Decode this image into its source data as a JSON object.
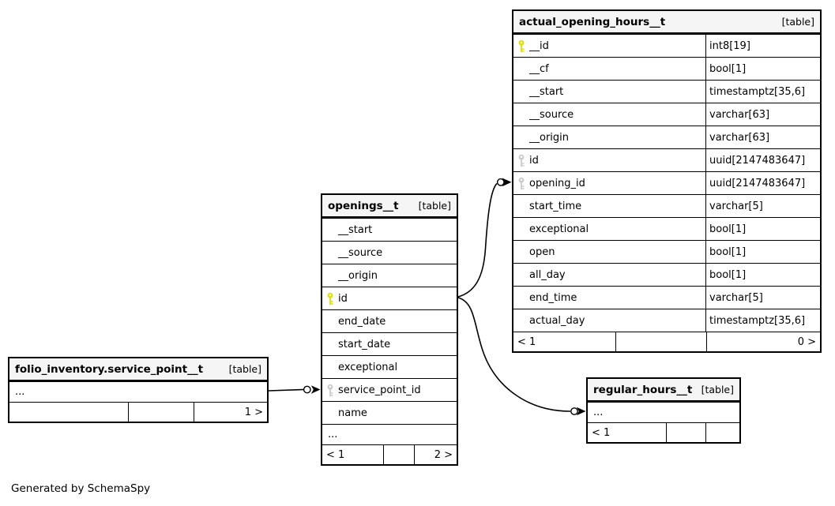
{
  "diagram": {
    "generator_note": "Generated by SchemaSpy",
    "colors": {
      "primary_key": "#dfdf00",
      "foreign_key": "#cbcbcb",
      "header_bg": "#f5f5f5",
      "line": "#000000"
    },
    "tables": [
      {
        "name": "folio_inventory.service_point__t",
        "badge": "[table]",
        "rows": [
          {
            "ellipsis": true,
            "label": "..."
          }
        ],
        "footer": {
          "left": "",
          "middle": "",
          "right": "1 >"
        }
      },
      {
        "name": "openings__t",
        "badge": "[table]",
        "rows": [
          {
            "name": "__start"
          },
          {
            "name": "__source"
          },
          {
            "name": "__origin"
          },
          {
            "name": "id",
            "key": "primary"
          },
          {
            "name": "end_date"
          },
          {
            "name": "start_date"
          },
          {
            "name": "exceptional"
          },
          {
            "name": "service_point_id",
            "key": "foreign"
          },
          {
            "name": "name"
          },
          {
            "ellipsis": true,
            "label": "..."
          }
        ],
        "footer": {
          "left": "< 1",
          "middle": "",
          "right": "2 >"
        }
      },
      {
        "name": "actual_opening_hours__t",
        "badge": "[table]",
        "rows": [
          {
            "name": "__id",
            "type": "int8[19]",
            "key": "primary"
          },
          {
            "name": "__cf",
            "type": "bool[1]"
          },
          {
            "name": "__start",
            "type": "timestamptz[35,6]"
          },
          {
            "name": "__source",
            "type": "varchar[63]"
          },
          {
            "name": "__origin",
            "type": "varchar[63]"
          },
          {
            "name": "id",
            "type": "uuid[2147483647]",
            "key": "foreign"
          },
          {
            "name": "opening_id",
            "type": "uuid[2147483647]",
            "key": "foreign"
          },
          {
            "name": "start_time",
            "type": "varchar[5]"
          },
          {
            "name": "exceptional",
            "type": "bool[1]"
          },
          {
            "name": "open",
            "type": "bool[1]"
          },
          {
            "name": "all_day",
            "type": "bool[1]"
          },
          {
            "name": "end_time",
            "type": "varchar[5]"
          },
          {
            "name": "actual_day",
            "type": "timestamptz[35,6]"
          }
        ],
        "footer": {
          "left": "< 1",
          "middle": "",
          "right": "0 >"
        }
      },
      {
        "name": "regular_hours__t",
        "badge": "[table]",
        "rows": [
          {
            "ellipsis": true,
            "label": "..."
          }
        ],
        "footer": {
          "left": "< 1",
          "middle": "",
          "right": ""
        }
      }
    ],
    "relationships": [
      {
        "from": "folio_inventory.service_point__t",
        "to": "openings__t.service_point_id"
      },
      {
        "from": "openings__t.id",
        "to": "actual_opening_hours__t.opening_id"
      },
      {
        "from": "openings__t.id",
        "to": "regular_hours__t"
      }
    ]
  }
}
